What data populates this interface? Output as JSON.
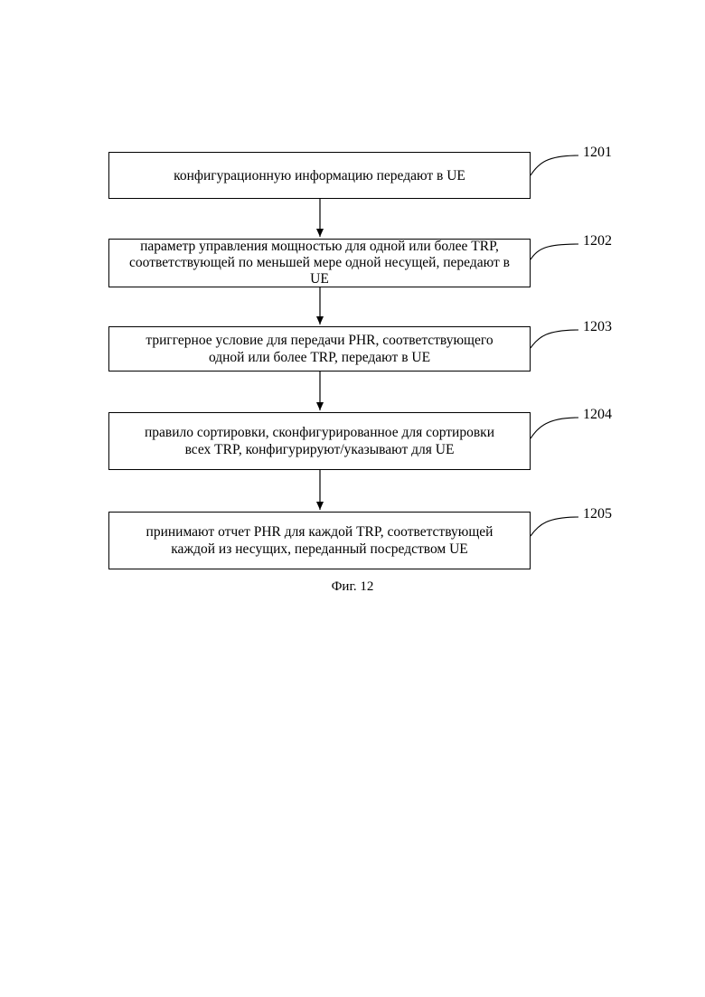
{
  "diagram": {
    "steps": [
      {
        "ref": "1201",
        "text": "конфигурационную информацию передают в UE"
      },
      {
        "ref": "1202",
        "text": "параметр управления мощностью для одной или более TRP, соответствующей по меньшей мере одной несущей, передают в UE"
      },
      {
        "ref": "1203",
        "text": "триггерное условие для передачи PHR, соответствующего одной или более TRP, передают в UE"
      },
      {
        "ref": "1204",
        "text": "правило сортировки, сконфигурированное для сортировки всех TRP, конфигурируют/указывают для UE"
      },
      {
        "ref": "1205",
        "text": "принимают отчет PHR для каждой TRP, соответствующей каждой из несущих, переданный посредством UE"
      }
    ],
    "caption": "Фиг. 12"
  }
}
